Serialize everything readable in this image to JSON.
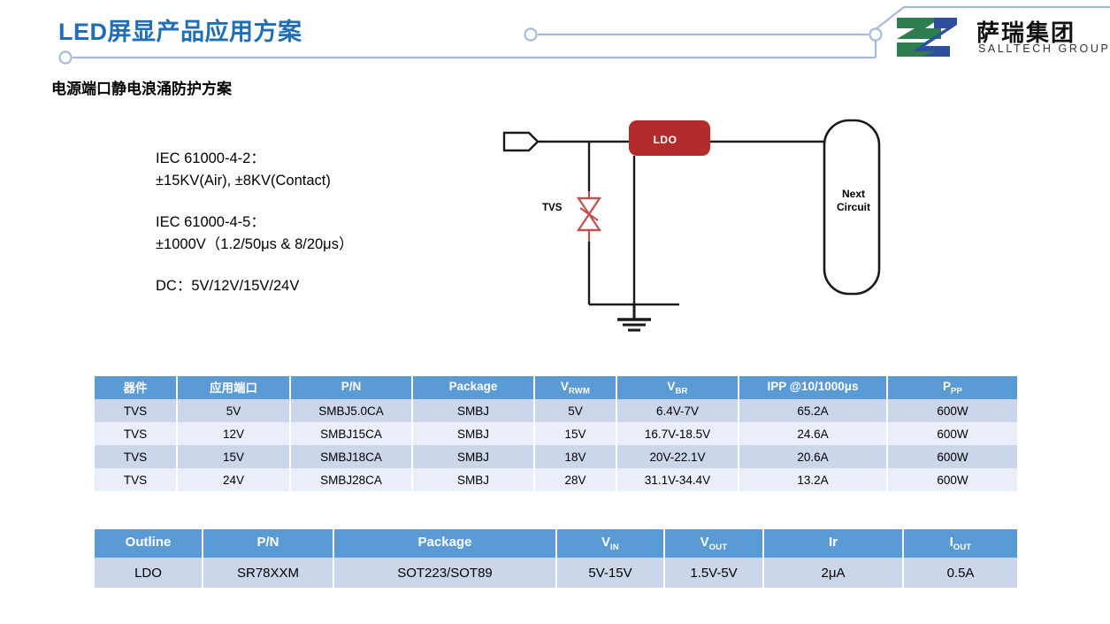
{
  "header": {
    "title": "LED屏显产品应用方案",
    "subtitle": "电源端口静电浪涌防护方案",
    "accent_color": "#1f6eb5",
    "decor_line_color": "#a8b8d8"
  },
  "logo": {
    "cn_name": "萨瑞集团",
    "en_name": "SALLTECH GROUP",
    "mark_green": "#2e7d4f",
    "mark_blue": "#2d4f9e"
  },
  "spec": {
    "groups": [
      [
        "IEC 61000-4-2：",
        "±15KV(Air), ±8KV(Contact)"
      ],
      [
        "IEC 61000-4-5：",
        "±1000V（1.2/50μs & 8/20μs）"
      ],
      [
        "DC：5V/12V/15V/24V"
      ]
    ]
  },
  "circuit": {
    "ldo_label": "LDO",
    "tvs_label": "TVS",
    "next_circuit_line1": "Next",
    "next_circuit_line2": "Circuit",
    "ldo_color": "#b32b2b",
    "tvs_color": "#c0504d",
    "wire_color": "#1a1a1a"
  },
  "table_tvs": {
    "headers": [
      {
        "text": "器件",
        "sub": ""
      },
      {
        "text": "应用端口",
        "sub": ""
      },
      {
        "text": "P/N",
        "sub": ""
      },
      {
        "text": "Package",
        "sub": ""
      },
      {
        "text": "V",
        "sub": "RWM"
      },
      {
        "text": "V",
        "sub": "BR"
      },
      {
        "text": "IPP @10/1000μs",
        "sub": ""
      },
      {
        "text": "P",
        "sub": "PP"
      }
    ],
    "rows": [
      [
        "TVS",
        "5V",
        "SMBJ5.0CA",
        "SMBJ",
        "5V",
        "6.4V-7V",
        "65.2A",
        "600W"
      ],
      [
        "TVS",
        "12V",
        "SMBJ15CA",
        "SMBJ",
        "15V",
        "16.7V-18.5V",
        "24.6A",
        "600W"
      ],
      [
        "TVS",
        "15V",
        "SMBJ18CA",
        "SMBJ",
        "18V",
        "20V-22.1V",
        "20.6A",
        "600W"
      ],
      [
        "TVS",
        "24V",
        "SMBJ28CA",
        "SMBJ",
        "28V",
        "31.1V-34.4V",
        "13.2A",
        "600W"
      ]
    ]
  },
  "table_ldo": {
    "headers": [
      {
        "text": "Outline",
        "sub": ""
      },
      {
        "text": "P/N",
        "sub": ""
      },
      {
        "text": "Package",
        "sub": ""
      },
      {
        "text": "V",
        "sub": "IN"
      },
      {
        "text": "V",
        "sub": "OUT"
      },
      {
        "text": "Ir",
        "sub": ""
      },
      {
        "text": "I",
        "sub": "OUT"
      }
    ],
    "rows": [
      [
        "LDO",
        "SR78XXM",
        "SOT223/SOT89",
        "5V-15V",
        "1.5V-5V",
        "2μA",
        "0.5A"
      ]
    ]
  },
  "table_style": {
    "header_bg": "#5b9bd5",
    "row_dark_bg": "#ccd6ea",
    "row_light_bg": "#e9eef8"
  }
}
